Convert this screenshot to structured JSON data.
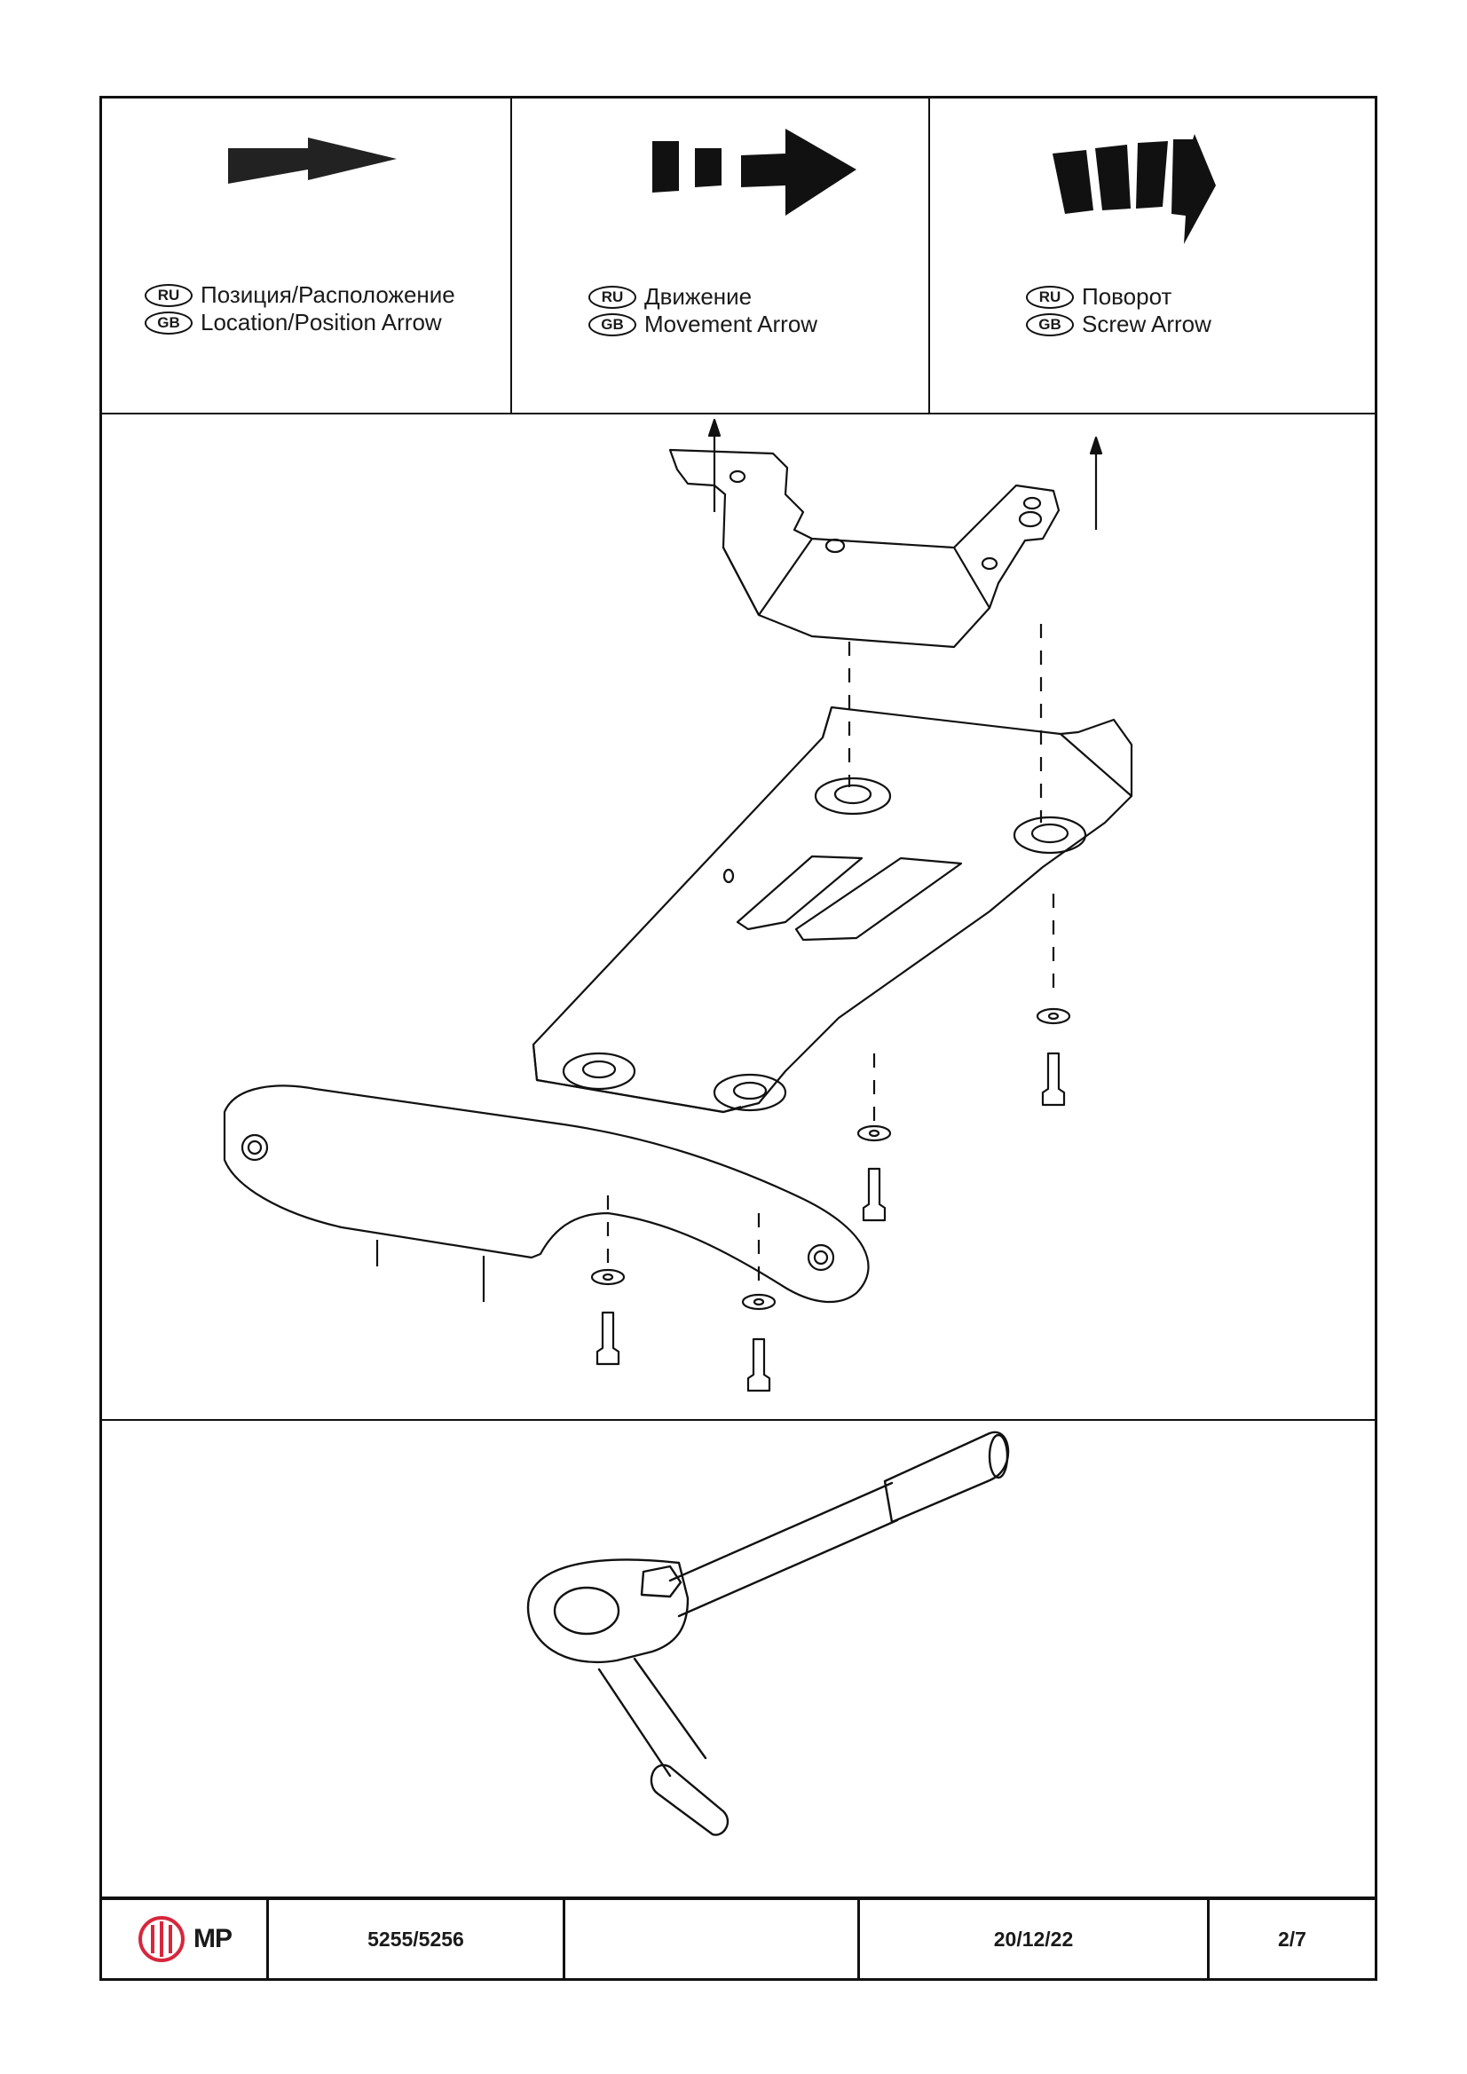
{
  "legend": [
    {
      "icon": "solid-arrow-icon",
      "ru_badge": "RU",
      "gb_badge": "GB",
      "ru": "Позиция/Расположение",
      "gb": "Location/Position Arrow"
    },
    {
      "icon": "dashed-arrow-icon",
      "ru_badge": "RU",
      "gb_badge": "GB",
      "ru": "Движение",
      "gb": "Movement Arrow"
    },
    {
      "icon": "curved-arrow-icon",
      "ru_badge": "RU",
      "gb_badge": "GB",
      "ru": "Поворот",
      "gb": "Screw Arrow"
    }
  ],
  "colors": {
    "logo_accent": "#d7263d",
    "line": "#111111"
  },
  "footer": {
    "logo_text": "MP",
    "article": "5255/5256",
    "blank": "",
    "date": "20/12/22",
    "page": "2/7"
  }
}
